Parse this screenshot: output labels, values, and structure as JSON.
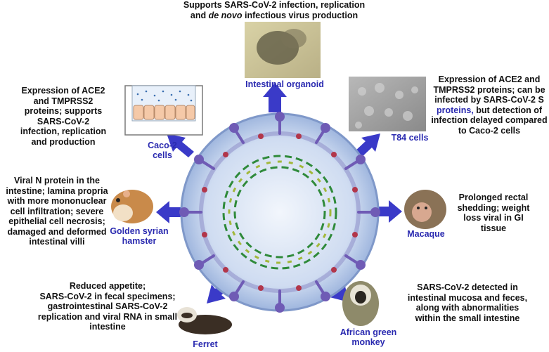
{
  "organoid": {
    "label": "Intestinal organoid",
    "desc_line1": "Supports SARS-CoV-2 infection, replication",
    "desc_line2_pre": "and ",
    "desc_line2_italic": "de novo",
    "desc_line2_post": " infectious virus production"
  },
  "t84": {
    "label": "T84 cells",
    "desc_l1": "Expression of  ACE2 and",
    "desc_l2": "TMPRSS2 proteins; can be",
    "desc_l3": "infected by SARS-CoV-2 S",
    "desc_l4_blue": "proteins,",
    "desc_l4_rest": " but detection of",
    "desc_l5": "infection delayed compared",
    "desc_l6": "to Caco-2 cells"
  },
  "caco2": {
    "label_l1": "Caco-2",
    "label_l2": "cells",
    "desc": [
      "Expression of  ACE2",
      "and TMPRSS2",
      "proteins; supports",
      "SARS-CoV-2",
      "infection, replication",
      "and production"
    ]
  },
  "hamster": {
    "label_l1": "Golden syrian",
    "label_l2": "hamster",
    "desc": [
      "Viral N protein in the",
      "intestine; lamina propria",
      "with more mononuclear",
      "cell infiltration; severe",
      "epithelial cell necrosis;",
      "damaged and deformed",
      "intestinal villi"
    ]
  },
  "macaque": {
    "label": "Macaque",
    "desc": [
      "Prolonged rectal",
      "shedding; weight",
      "loss viral in GI",
      "tissue"
    ]
  },
  "ferret": {
    "label": "Ferret",
    "desc": [
      "Reduced appetite;",
      "SARS-CoV-2 in fecal specimens;",
      "gastrointestinal SARS-CoV-2",
      "replication and viral RNA in small",
      "intestine"
    ]
  },
  "agm": {
    "label_l1": "African green",
    "label_l2": "monkey",
    "desc": [
      "SARS-CoV-2 detected in",
      "intestinal mucosa and feces,",
      "along with abnormalities",
      "within the small intestine"
    ]
  },
  "colors": {
    "arrow": "#3a3ac8",
    "label": "#2a2ab0",
    "virus_outer": "#9fb6de",
    "virus_inner": "#c9d7ef",
    "spike": "#6f5bb5",
    "rna": "#2f8a3a"
  }
}
